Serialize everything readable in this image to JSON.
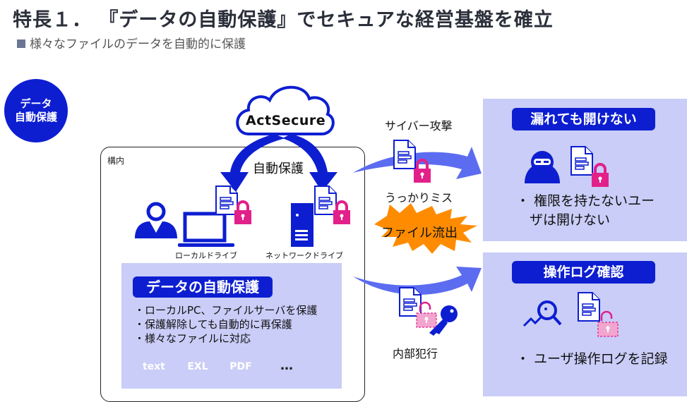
{
  "header": {
    "title": "特長１． 『データの自動保護』でセキュアな経営基盤を確立",
    "subtitle": "様々なファイルのデータを自動的に保護"
  },
  "badge": {
    "line1": "データ",
    "line2": "自動保護"
  },
  "cloud": {
    "label": "ActSecure",
    "arrow_label": "自動保護"
  },
  "premises": {
    "label": "構内",
    "devices": [
      {
        "name": "local-drive",
        "label": "ローカルドライブ"
      },
      {
        "name": "network-drive",
        "label": "ネットワークドライブ"
      }
    ],
    "feature": {
      "title": "データの自動保護",
      "bullets": [
        "・ローカルPC、ファイルサーバを保護",
        "・保護解除しても自動的に再保護",
        "・様々なファイルに対応"
      ],
      "file_types": [
        "text",
        "EXL",
        "PDF"
      ],
      "more": "…"
    }
  },
  "threats": {
    "cyber_attack": "サイバー攻撃",
    "careless_mistake": "うっかりミス",
    "leak_burst": "ファイル流出",
    "insider": "内部犯行"
  },
  "results": [
    {
      "title": "漏れても開けない",
      "text_lines": [
        "・ 権限を持たないユー",
        "　ザは開けない"
      ]
    },
    {
      "title": "操作ログ確認",
      "text_lines": [
        "・ ユーザ操作ログを記録"
      ]
    }
  ],
  "colors": {
    "brand_blue": "#0d1ed1",
    "panel_lavender": "#c9cdf7",
    "lock_pink": "#e2208a",
    "burst_orange": "#ff8c00",
    "arrow_periwinkle": "#5c6cf0"
  }
}
